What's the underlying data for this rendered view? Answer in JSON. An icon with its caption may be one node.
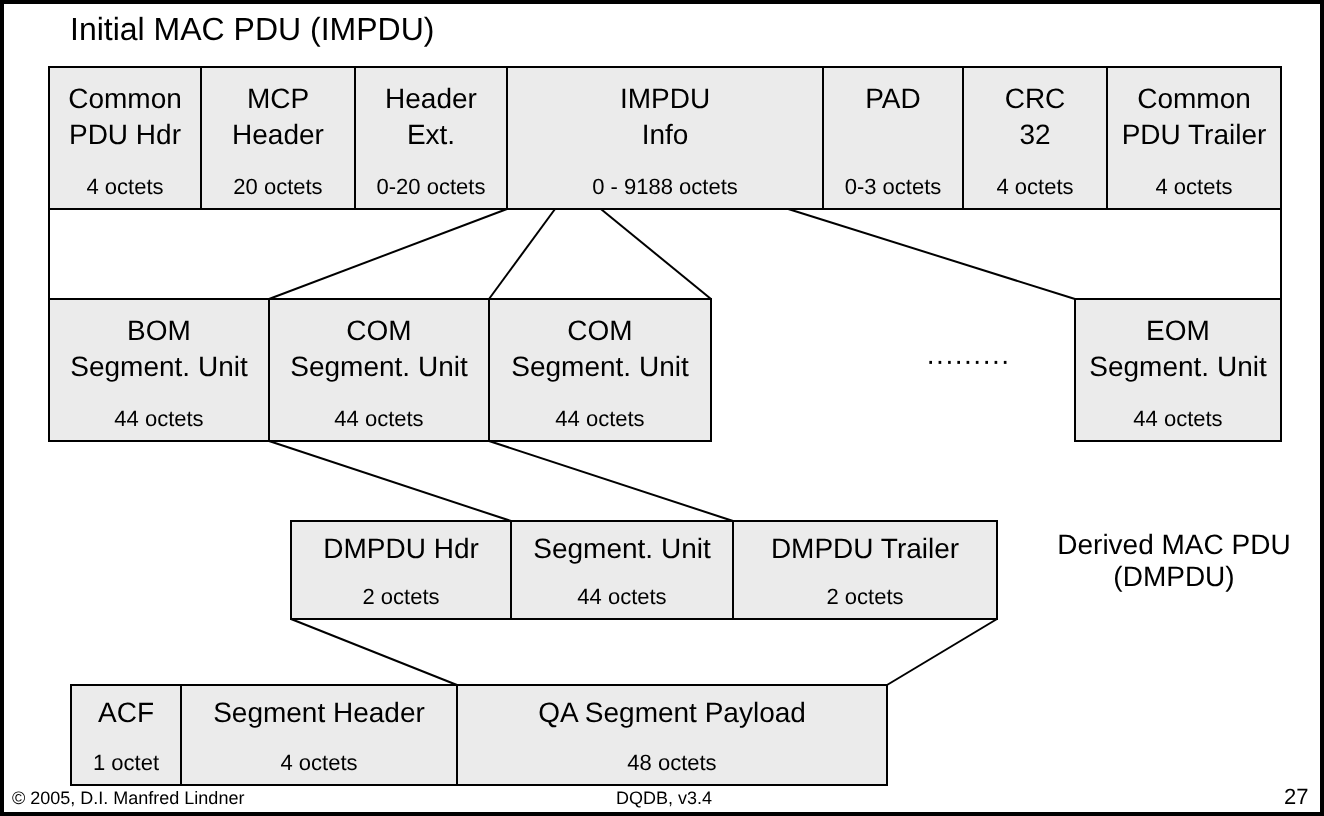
{
  "diagram": {
    "title": "Initial MAC PDU (IMPDU)",
    "nodes": [
      {
        "text": [
          "Common PDU Hdr",
          "4 octets"
        ]
      },
      {
        "text": [
          "MCP Header",
          "20 octets"
        ]
      },
      {
        "text": [
          "Header Ext.",
          "0-20 octets"
        ]
      },
      {
        "text": [
          "IMPDU Info",
          "0 - 9188 octets"
        ]
      },
      {
        "text": [
          "PAD",
          "0-3 octets"
        ]
      },
      {
        "text": [
          "CRC 32",
          "4 octets"
        ]
      },
      {
        "text": [
          "Common PDU Trailer",
          "4 octets"
        ]
      },
      {
        "text": [
          "BOM Segment. Unit",
          "44 octets"
        ]
      },
      {
        "text": [
          "COM Segment. Unit",
          "44 octets"
        ]
      },
      {
        "text": [
          "COM Segment. Unit",
          "44 octets"
        ]
      },
      {
        "text": [
          "EOM Segment. Unit",
          "44 octets"
        ]
      },
      {
        "text": [
          "DMPDU Hdr",
          "2 octets"
        ]
      },
      {
        "text": [
          "Segment. Unit",
          "44 octets"
        ]
      },
      {
        "text": [
          "DMPDU Trailer",
          "2 octets"
        ]
      },
      {
        "text": [
          "ACF",
          "1 octet"
        ]
      },
      {
        "text": [
          "Segment Header",
          "4 octets"
        ]
      },
      {
        "text": [
          "QA Segment Payload",
          "48 octets"
        ]
      }
    ],
    "edges": [
      {
        "from": 3,
        "to": 7,
        "arrow": "none"
      },
      {
        "from": 3,
        "to": 8,
        "arrow": "none"
      },
      {
        "from": 3,
        "to": 9,
        "arrow": "none"
      },
      {
        "from": 3,
        "to": 10,
        "arrow": "none"
      },
      {
        "from": 8,
        "to": 12,
        "arrow": "none"
      },
      {
        "from": 8,
        "to": 12,
        "arrow": "none"
      },
      {
        "from": 11,
        "to": 16,
        "arrow": "none"
      },
      {
        "from": 13,
        "to": 16,
        "arrow": "none"
      }
    ],
    "labels": [
      "·········",
      "Derived MAC PDU (DMPDU)",
      "© 2005, D.I. Manfred Lindner",
      "DQDB, v3.4",
      "27"
    ]
  }
}
